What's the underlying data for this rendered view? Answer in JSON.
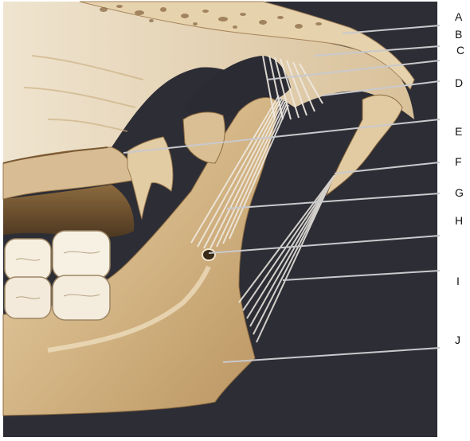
{
  "figure": {
    "labels": [
      "A",
      "B",
      "C",
      "D",
      "E",
      "F",
      "G",
      "H",
      "I",
      "J"
    ]
  },
  "colors": {
    "background_dark": "#2c2c34",
    "bone_light": "#efe3cc",
    "bone_mid": "#d7bd91",
    "bone_shadow": "#a78352",
    "ligament": "#f0ece4",
    "pointer_line": "#c9c9cd",
    "label_text": "#111111"
  }
}
